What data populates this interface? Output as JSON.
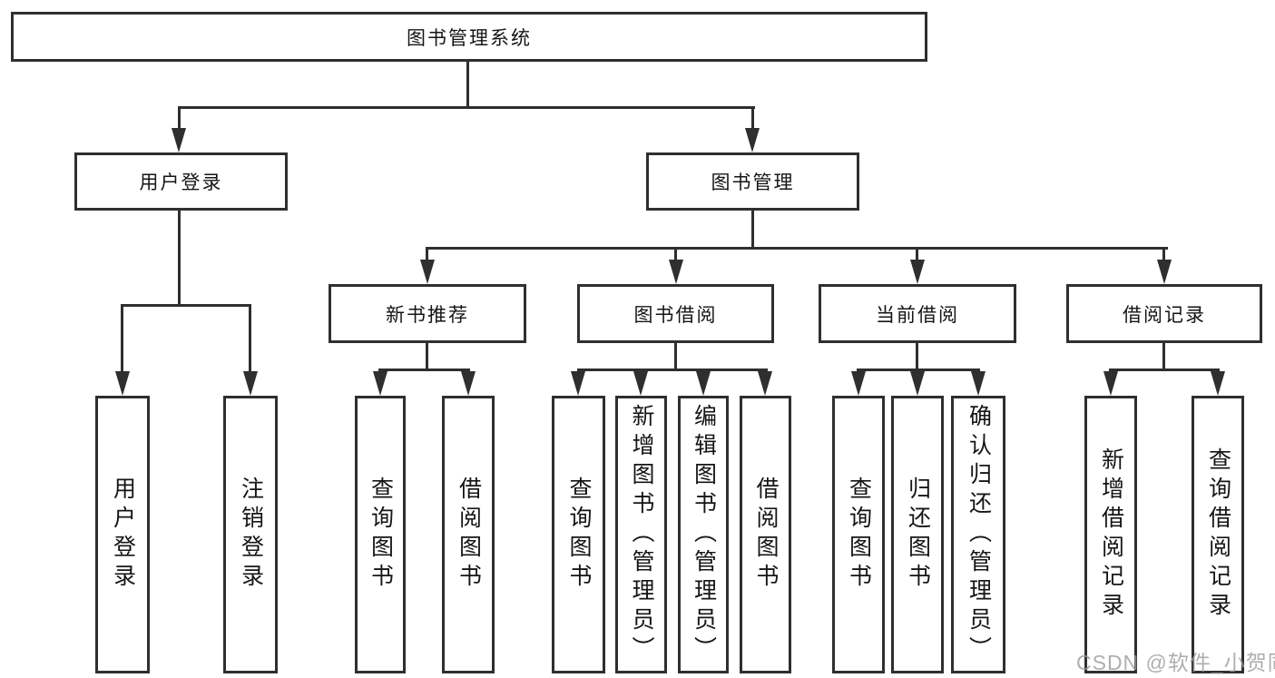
{
  "tree": {
    "root": "图书管理系统",
    "children": [
      {
        "label": "用户登录",
        "children": [
          "用户登录",
          "注销登录"
        ]
      },
      {
        "label": "图书管理",
        "children": [
          {
            "label": "新书推荐",
            "children": [
              "查询图书",
              "借阅图书"
            ]
          },
          {
            "label": "图书借阅",
            "children": [
              "查询图书",
              "新增图书（管理员）",
              "编辑图书（管理员）",
              "借阅图书"
            ]
          },
          {
            "label": "当前借阅",
            "children": [
              "查询图书",
              "归还图书",
              "确认归还（管理员）"
            ]
          },
          {
            "label": "借阅记录",
            "children": [
              "新增借阅记录",
              "查询借阅记录"
            ]
          }
        ]
      }
    ]
  },
  "watermark": {
    "text": "CSDN @软件_小贺同学"
  },
  "colors": {
    "line": "#2f2f2f",
    "text": "#151515",
    "watermark": "#9b9b9b",
    "background": "#ffffff"
  }
}
